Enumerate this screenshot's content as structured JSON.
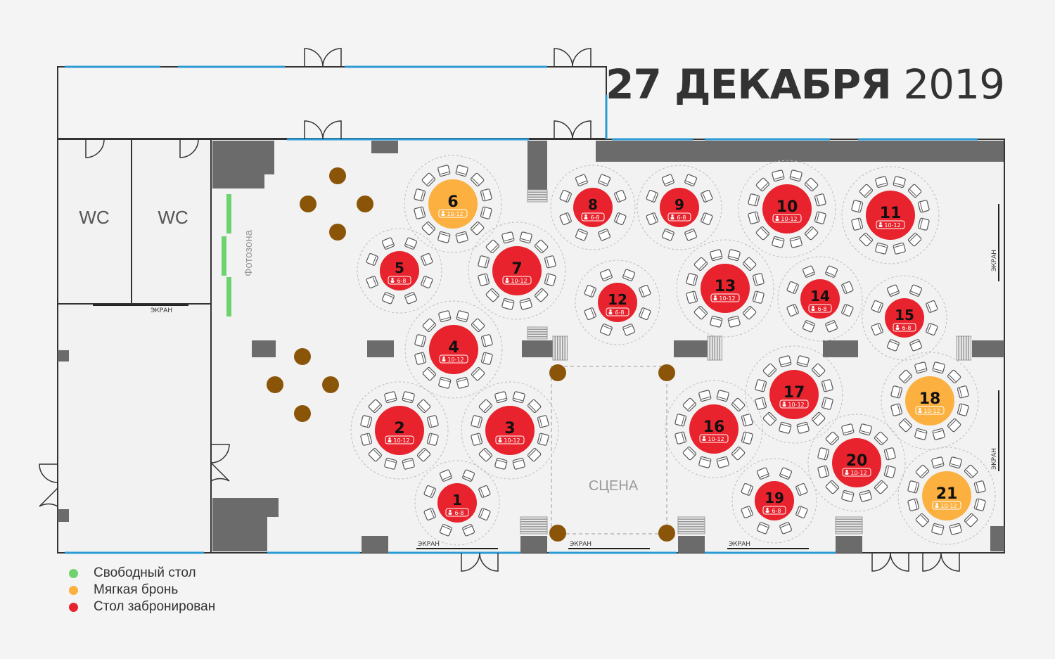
{
  "title": {
    "day_month": "27 ДЕКАБРЯ",
    "year": "2019"
  },
  "labels": {
    "wc": "WC",
    "photozone": "Фотозона",
    "screen": "ЭКРАН",
    "stage": "СЦЕНА"
  },
  "colors": {
    "free": "#6ed36e",
    "soft": "#fbb040",
    "booked": "#e8232d",
    "wall": "#6b6b6b",
    "window": "#2b9bd6",
    "post": "#8a5508"
  },
  "legend": [
    {
      "label": "Свободный стол",
      "status": "free"
    },
    {
      "label": "Мягкая бронь",
      "status": "soft"
    },
    {
      "label": "Стол забронирован",
      "status": "booked"
    }
  ],
  "tables": [
    {
      "number": "1",
      "capacity": "6-8",
      "status": "booked"
    },
    {
      "number": "2",
      "capacity": "10-12",
      "status": "booked"
    },
    {
      "number": "3",
      "capacity": "10-12",
      "status": "booked"
    },
    {
      "number": "4",
      "capacity": "10-12",
      "status": "booked"
    },
    {
      "number": "5",
      "capacity": "6-8",
      "status": "booked"
    },
    {
      "number": "6",
      "capacity": "10-12",
      "status": "soft"
    },
    {
      "number": "7",
      "capacity": "10-12",
      "status": "booked"
    },
    {
      "number": "8",
      "capacity": "6-8",
      "status": "booked"
    },
    {
      "number": "9",
      "capacity": "6-8",
      "status": "booked"
    },
    {
      "number": "10",
      "capacity": "10-12",
      "status": "booked"
    },
    {
      "number": "11",
      "capacity": "10-12",
      "status": "booked"
    },
    {
      "number": "12",
      "capacity": "6-8",
      "status": "booked"
    },
    {
      "number": "13",
      "capacity": "10-12",
      "status": "booked"
    },
    {
      "number": "14",
      "capacity": "6-8",
      "status": "booked"
    },
    {
      "number": "15",
      "capacity": "6-8",
      "status": "booked"
    },
    {
      "number": "16",
      "capacity": "10-12",
      "status": "booked"
    },
    {
      "number": "17",
      "capacity": "10-12",
      "status": "booked"
    },
    {
      "number": "18",
      "capacity": "10-12",
      "status": "soft"
    },
    {
      "number": "19",
      "capacity": "6-8",
      "status": "booked"
    },
    {
      "number": "20",
      "capacity": "10-12",
      "status": "booked"
    },
    {
      "number": "21",
      "capacity": "10-12",
      "status": "soft"
    }
  ]
}
